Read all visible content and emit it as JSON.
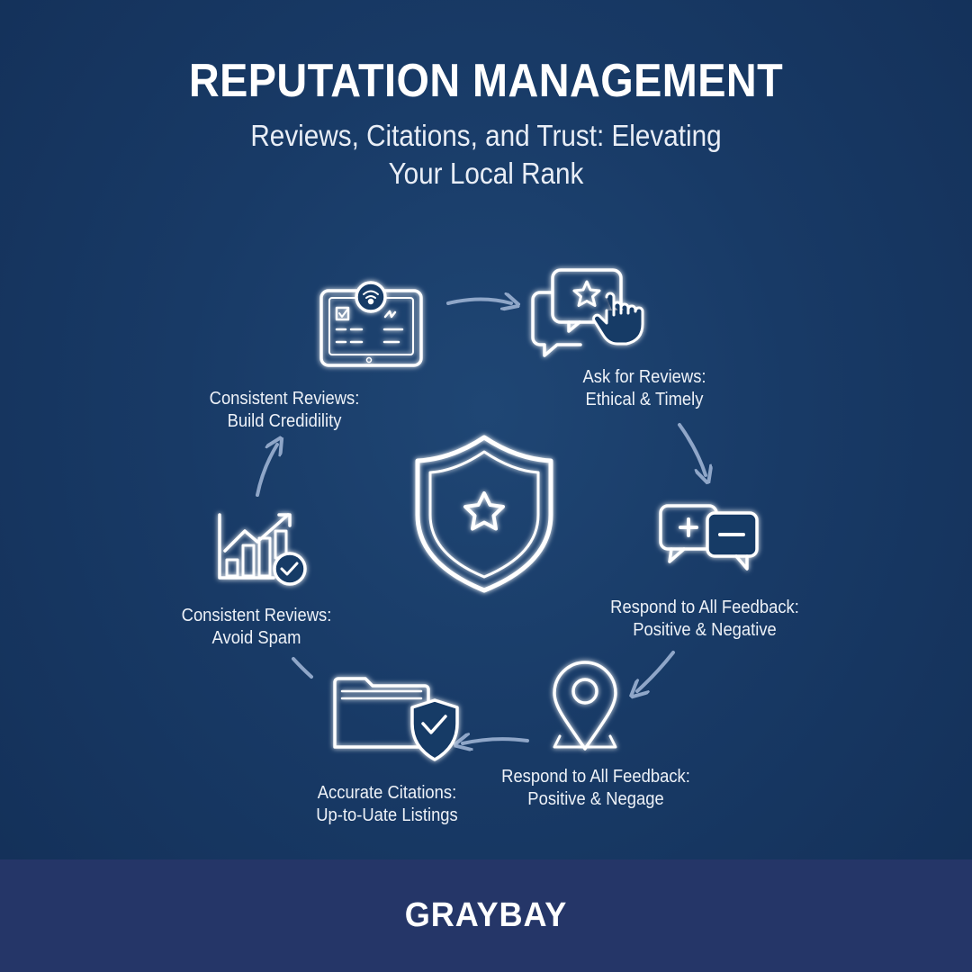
{
  "header": {
    "title": "REPUTATION MANAGEMENT",
    "subtitle": "Reviews, Citations, and Trust: Elevating Your Local Rank"
  },
  "steps": [
    {
      "icon": "tablet-review-icon",
      "line1": "Consistent Reviews:",
      "line2": "Build Credidility"
    },
    {
      "icon": "star-chat-hand-icon",
      "line1": "Ask for Reviews:",
      "line2": "Ethical & Timely"
    },
    {
      "icon": "plus-minus-chat-icon",
      "line1": "Respond to All Feedback:",
      "line2": "Positive & Negative"
    },
    {
      "icon": "location-pin-icon",
      "line1": "Respond to All Feedback:",
      "line2": "Positive & Negage"
    },
    {
      "icon": "folder-shield-icon",
      "line1": "Accurate Citations:",
      "line2": "Up-to-Uate Listings"
    },
    {
      "icon": "growth-chart-check-icon",
      "line1": "Consistent Reviews:",
      "line2": "Avoid Spam"
    }
  ],
  "center_icon": "shield-star-icon",
  "footer": {
    "brand": "GRAYBAY"
  },
  "colors": {
    "background": "#183a66",
    "footer": "#253668",
    "arrow": "#8fa6c8",
    "icon": "#ffffff"
  }
}
